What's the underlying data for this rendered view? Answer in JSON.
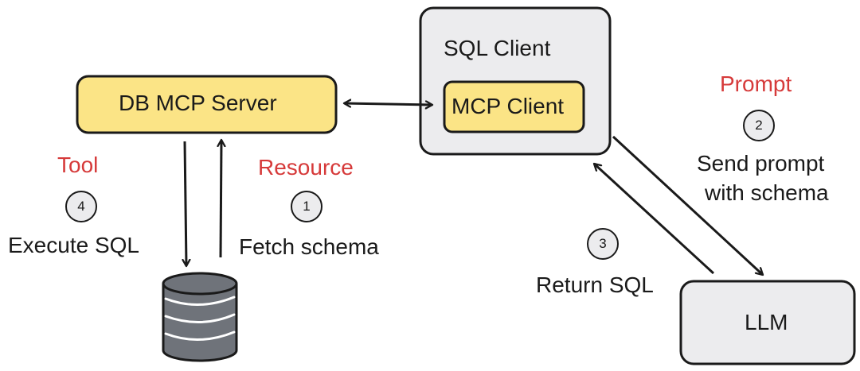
{
  "nodes": {
    "db_mcp_server": "DB MCP Server",
    "sql_client": "SQL Client",
    "mcp_client": "MCP Client",
    "llm": "LLM"
  },
  "labels": {
    "tool": "Tool",
    "resource": "Resource",
    "prompt": "Prompt"
  },
  "steps": [
    {
      "number": "1",
      "text": "Fetch schema"
    },
    {
      "number": "2",
      "text_line1": "Send prompt",
      "text_line2": "with schema"
    },
    {
      "number": "3",
      "text": "Return SQL"
    },
    {
      "number": "4",
      "text": "Execute SQL"
    }
  ],
  "colors": {
    "node_yellow": "#fbe486",
    "node_gray": "#ececee",
    "stroke": "#1a1a1a",
    "accent_red": "#d63a3a",
    "database": "#6f737a"
  },
  "icons": [
    "database-icon"
  ]
}
